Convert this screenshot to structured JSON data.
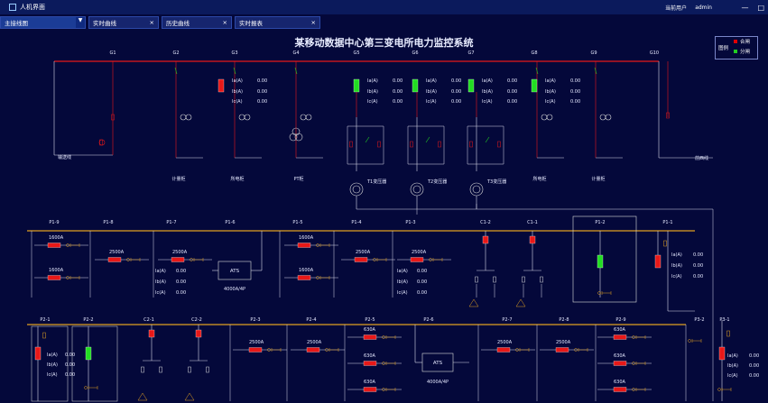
{
  "window": {
    "title": "人机界面",
    "user_label": "当前用户",
    "user_name": "admin",
    "min": "—",
    "max": "□"
  },
  "tabs": [
    {
      "label": "主接线图",
      "active": true
    },
    {
      "label": "实时曲线"
    },
    {
      "label": "历史曲线"
    },
    {
      "label": "实时报表"
    }
  ],
  "title": "某移动数据中心第三变电所电力监控系统",
  "legend": {
    "title": "图例",
    "closed": "合闸",
    "open": "分闸",
    "closed_color": "#e00000",
    "open_color": "#22cc22"
  },
  "colors": {
    "bus_red": "#e81818",
    "bus_gold": "#e0a020",
    "wire_white": "#d8d8e8",
    "wire_red": "#e81818"
  },
  "top": {
    "gs": [
      "G1",
      "G2",
      "G3",
      "G4",
      "G5",
      "G6",
      "G7",
      "G8",
      "G9",
      "G10"
    ],
    "readings": [
      {
        "ia": "0.00",
        "ib": "0.00",
        "ic": "0.00"
      },
      {
        "ia": "0.00",
        "ib": "0.00",
        "ic": "0.00"
      },
      {
        "ia": "0.00",
        "ib": "0.00",
        "ic": "0.00"
      },
      {
        "ia": "0.00",
        "ib": "0.00",
        "ic": "0.00"
      },
      {
        "ia": "0.00",
        "ib": "0.00",
        "ic": "0.00"
      }
    ],
    "labels": {
      "ia": "Ia(A)",
      "ib": "Ib(A)",
      "ic": "Ic(A)"
    },
    "incoming": "输送线",
    "outgoing": "前西线",
    "cabinets": [
      "计量柜",
      "所电柜",
      "PT柜",
      "所电柜",
      "计量柜"
    ],
    "transformers": [
      "T1变压器",
      "T2变压器",
      "T3变压器"
    ]
  },
  "mid": {
    "feeders": [
      "P1-9",
      "P1-8",
      "P1-7",
      "P1-6",
      "P1-5",
      "P1-4",
      "P1-3",
      "C1-2",
      "C1-1",
      "P1-2",
      "P1-1"
    ],
    "ratings": [
      "1600A",
      "1600A",
      "2500A",
      "2500A",
      "1600A",
      "1600A",
      "2500A",
      "2500A"
    ],
    "ats": "ATS",
    "ats_rating": "4000A/4P",
    "readings": [
      {
        "ia": "0.00",
        "ib": "0.00",
        "ic": "0.00"
      },
      {
        "ia": "0.00",
        "ib": "0.00",
        "ic": "0.00"
      },
      {
        "ia": "0.00",
        "ib": "0.00",
        "ic": "0.00"
      }
    ]
  },
  "bottom": {
    "feeders": [
      "P2-1",
      "P2-2",
      "C2-1",
      "C2-2",
      "P2-3",
      "P2-4",
      "P2-5",
      "P2-6",
      "P2-7",
      "P2-8",
      "P2-9",
      "P3-2",
      "P3-1"
    ],
    "ratings": [
      "2500A",
      "2500A",
      "630A",
      "630A",
      "630A",
      "2500A",
      "2500A",
      "630A",
      "630A",
      "630A"
    ],
    "ats": "ATS",
    "ats_rating": "4000A/4P",
    "readings": [
      {
        "ia": "0.00",
        "ib": "0.00",
        "ic": "0.00"
      },
      {
        "ia": "0.00",
        "ib": "0.00",
        "ic": "0.00"
      }
    ]
  }
}
